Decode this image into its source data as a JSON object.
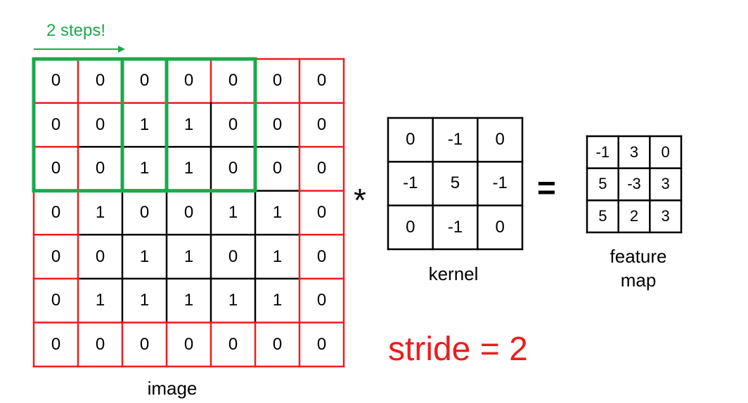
{
  "step_label": "2 steps!",
  "image": {
    "caption": "image",
    "rows": [
      [
        "0",
        "0",
        "0",
        "0",
        "0",
        "0",
        "0"
      ],
      [
        "0",
        "0",
        "1",
        "1",
        "0",
        "0",
        "0"
      ],
      [
        "0",
        "0",
        "1",
        "1",
        "0",
        "0",
        "0"
      ],
      [
        "0",
        "1",
        "0",
        "0",
        "1",
        "1",
        "0"
      ],
      [
        "0",
        "0",
        "1",
        "1",
        "0",
        "1",
        "0"
      ],
      [
        "0",
        "1",
        "1",
        "1",
        "1",
        "1",
        "0"
      ],
      [
        "0",
        "0",
        "0",
        "0",
        "0",
        "0",
        "0"
      ]
    ]
  },
  "operator_convolve": "*",
  "kernel": {
    "caption": "kernel",
    "rows": [
      [
        "0",
        "-1",
        "0"
      ],
      [
        "-1",
        "5",
        "-1"
      ],
      [
        "0",
        "-1",
        "0"
      ]
    ]
  },
  "operator_equals": "=",
  "feature_map": {
    "caption_line1": "feature",
    "caption_line2": "map",
    "rows": [
      [
        "-1",
        "3",
        "0"
      ],
      [
        "5",
        "-3",
        "3"
      ],
      [
        "5",
        "2",
        "3"
      ]
    ]
  },
  "stride_label": "stride = 2",
  "colors": {
    "padding_red": "#ee1c1c",
    "window_green": "#1aaa4a",
    "grid_black": "#000000"
  }
}
